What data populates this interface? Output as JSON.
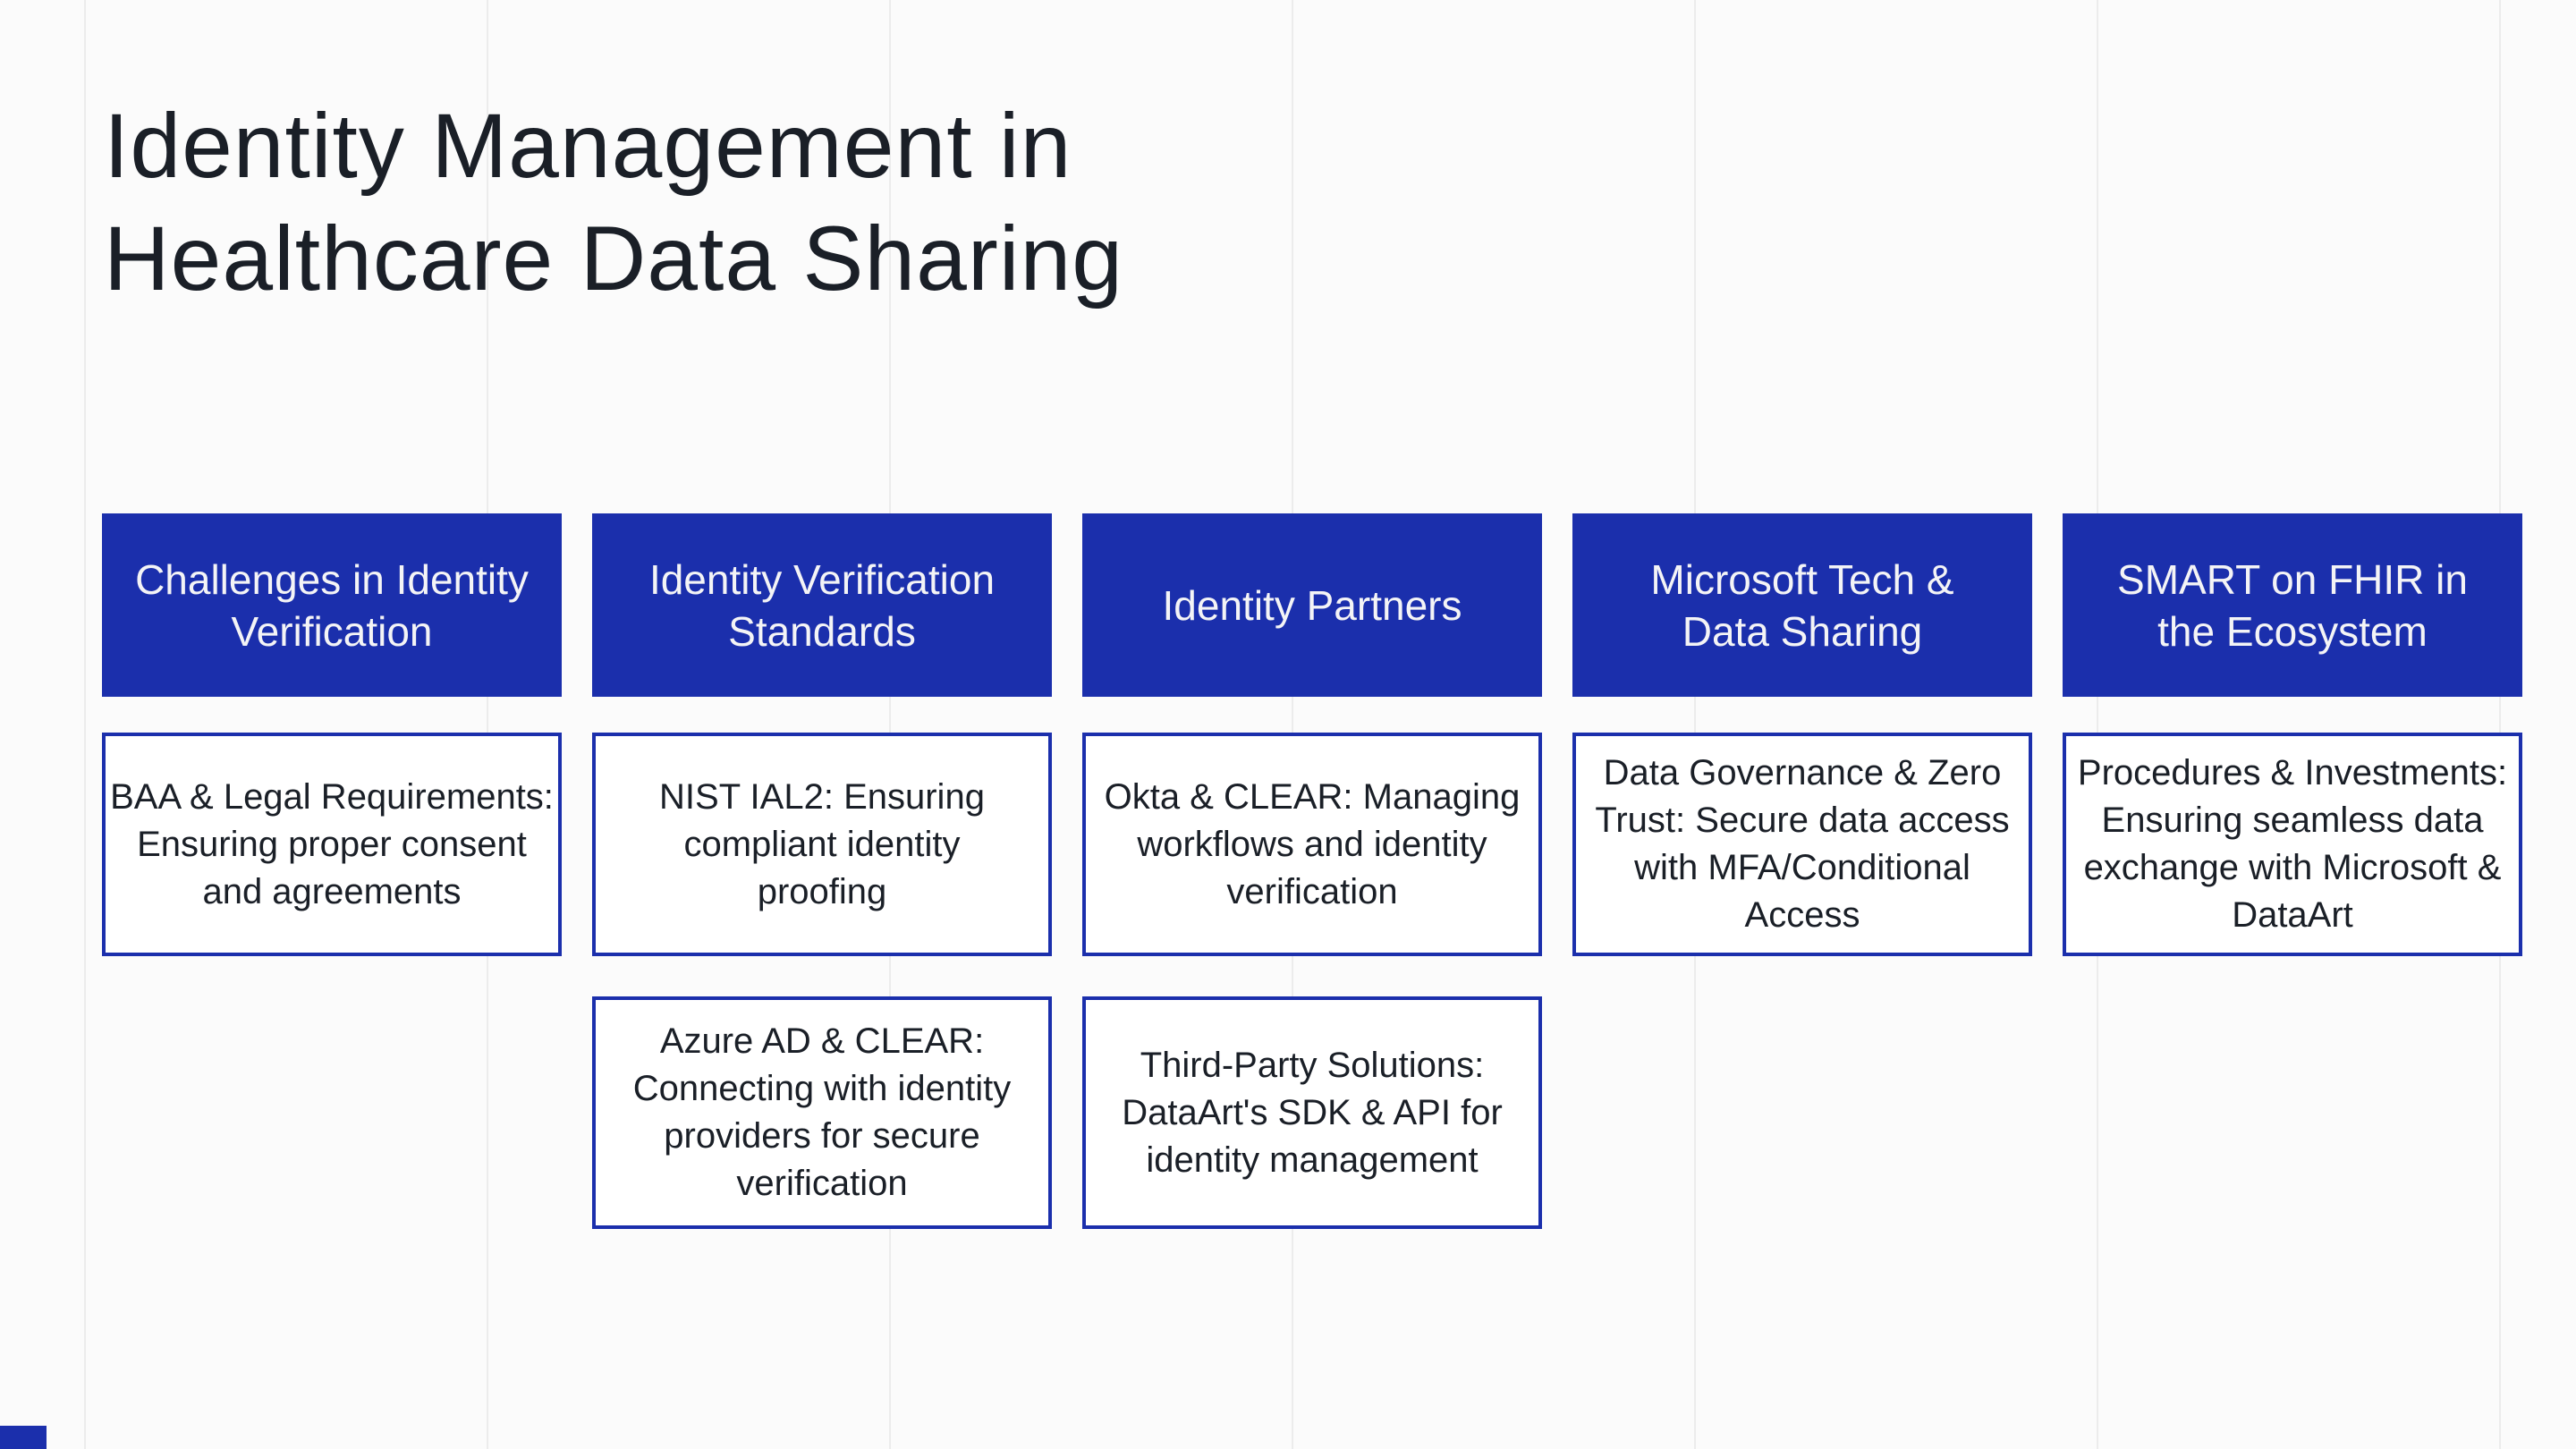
{
  "page": {
    "colors": {
      "blue": "#1B2FAC",
      "ink": "#1A1F27",
      "paper": "#FBFBFB",
      "box_fill": "#FFFFFF",
      "header_text": "#F4F4F6",
      "gridline": "#ECECEC"
    }
  },
  "title": {
    "lines": [
      "Identity Management in",
      "Healthcare Data Sharing"
    ]
  },
  "columns": [
    {
      "header_lines": [
        "Challenges in Identity",
        "Verification"
      ],
      "cards": [
        {
          "lines": [
            "BAA & Legal Requirements:",
            "Ensuring proper consent",
            "and agreements"
          ]
        }
      ]
    },
    {
      "header_lines": [
        "Identity Verification",
        "Standards"
      ],
      "cards": [
        {
          "lines": [
            "NIST IAL2: Ensuring",
            "compliant identity",
            "proofing"
          ]
        },
        {
          "lines": [
            "Azure AD & CLEAR:",
            "Connecting with identity",
            "providers for secure",
            "verification"
          ]
        }
      ]
    },
    {
      "header_lines": [
        "Identity Partners"
      ],
      "cards": [
        {
          "lines": [
            "Okta & CLEAR: Managing",
            "workflows and identity",
            "verification"
          ]
        },
        {
          "lines": [
            "Third-Party Solutions:",
            "DataArt's SDK & API for",
            "identity management"
          ]
        }
      ]
    },
    {
      "header_lines": [
        "Microsoft Tech &",
        "Data Sharing"
      ],
      "cards": [
        {
          "lines": [
            "Data Governance & Zero",
            "Trust: Secure data access",
            "with MFA/Conditional",
            "Access"
          ]
        }
      ]
    },
    {
      "header_lines": [
        "SMART on FHIR in",
        "the Ecosystem"
      ],
      "cards": [
        {
          "lines": [
            "Procedures & Investments:",
            "Ensuring seamless data",
            "exchange with Microsoft &",
            "DataArt"
          ]
        }
      ]
    }
  ]
}
